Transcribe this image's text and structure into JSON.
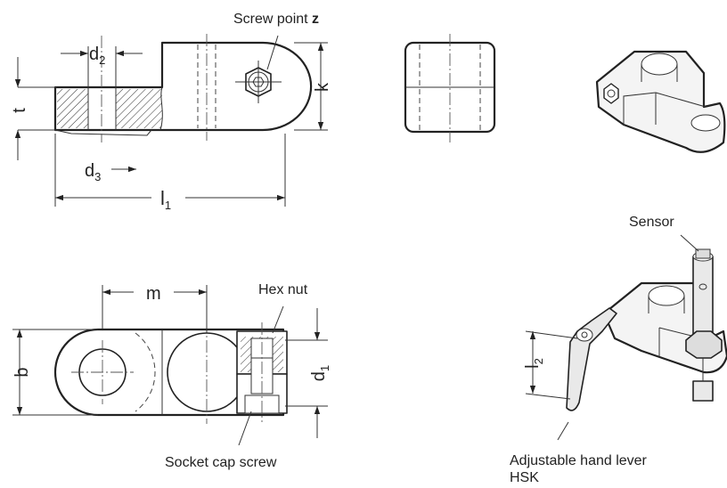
{
  "labels": {
    "screw_point": "Screw point",
    "screw_point_symbol": "z",
    "d2": "d",
    "d2_sub": "2",
    "d3": "d",
    "d3_sub": "3",
    "t": "t",
    "k": "k",
    "l1": "l",
    "l1_sub": "1",
    "m": "m",
    "b": "b",
    "d1": "d",
    "d1_sub": "1",
    "hex_nut": "Hex nut",
    "socket_cap_screw": "Socket cap screw",
    "sensor": "Sensor",
    "l2": "l",
    "l2_sub": "2",
    "hand_lever_line1": "Adjustable hand lever",
    "hand_lever_line2": "HSK"
  }
}
